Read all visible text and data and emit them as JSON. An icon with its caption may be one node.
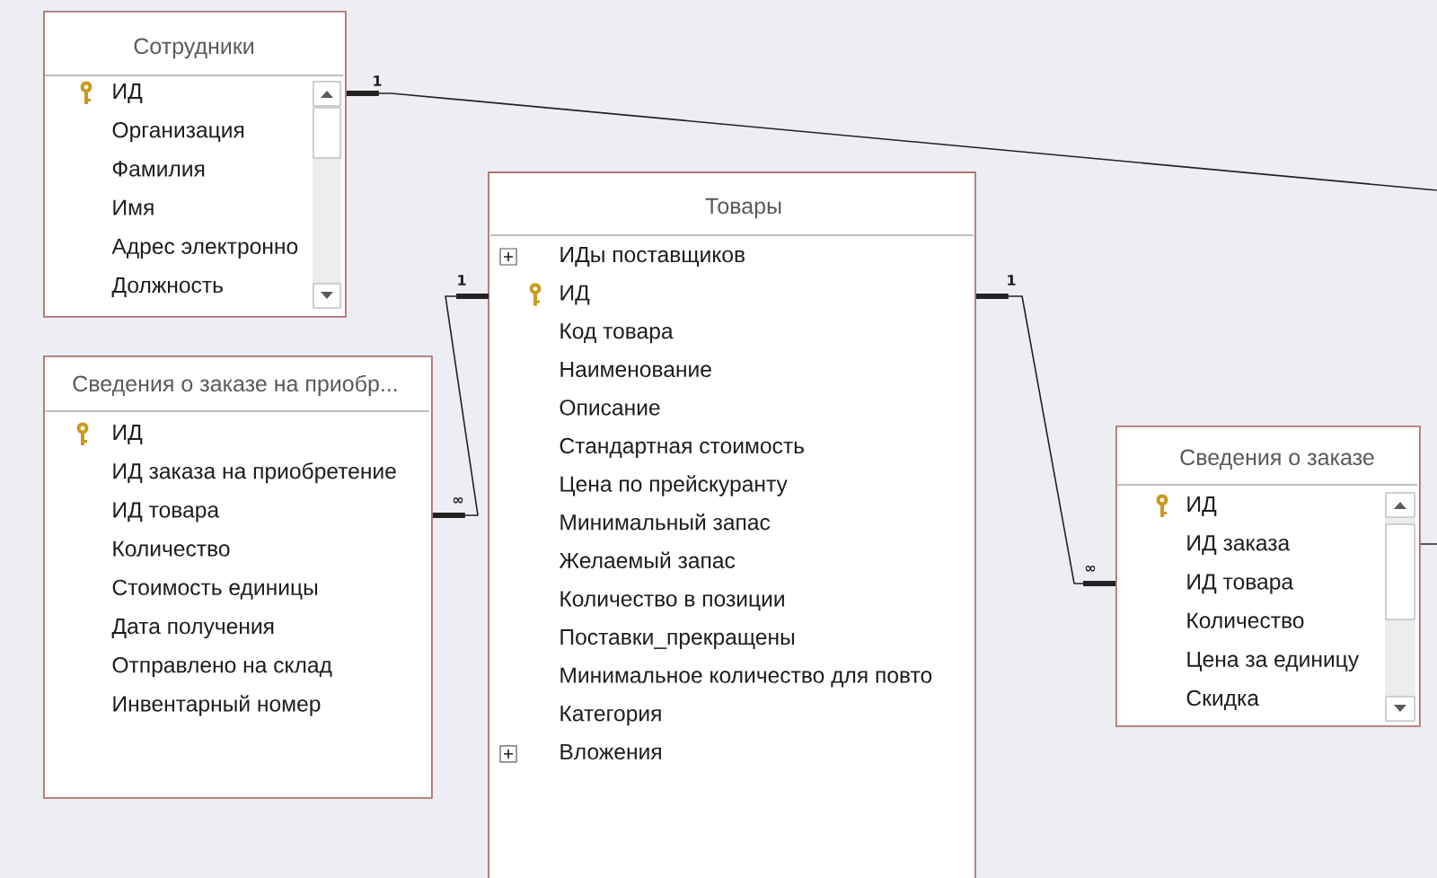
{
  "diagram": {
    "nodes": [
      {
        "text": [
          "Сотрудники",
          "ИД",
          "Организация",
          "Фамилия",
          "Имя",
          "Адрес электронно",
          "Должность"
        ]
      },
      {
        "text": [
          "Сведения о заказе на приобр...",
          "ИД",
          "ИД заказа на приобретение",
          "ИД товара",
          "Количество",
          "Стоимость единицы",
          "Дата получения",
          "Отправлено на склад",
          "Инвентарный номер"
        ]
      },
      {
        "text": [
          "Товары",
          "ИДы поставщиков",
          "ИД",
          "Код товара",
          "Наименование",
          "Описание",
          "Стандартная стоимость",
          "Цена по прейскуранту",
          "Минимальный запас",
          "Желаемый запас",
          "Количество в позиции",
          "Поставки_прекращены",
          "Минимальное количество для повто",
          "Категория",
          "Вложения"
        ]
      },
      {
        "text": [
          "Сведения о заказе",
          "ИД",
          "ИД заказа",
          "ИД товара",
          "Количество",
          "Цена за единицу",
          "Скидка"
        ]
      }
    ],
    "edges": [
      {
        "from": 0,
        "to": null,
        "arrow": "other"
      },
      {
        "from": 2,
        "to": 1,
        "arrow": "other"
      },
      {
        "from": 2,
        "to": 3,
        "arrow": "other"
      },
      {
        "from": 3,
        "to": null,
        "arrow": "none"
      }
    ],
    "labels": [
      "1",
      "1",
      "1",
      "∞",
      "∞"
    ]
  }
}
